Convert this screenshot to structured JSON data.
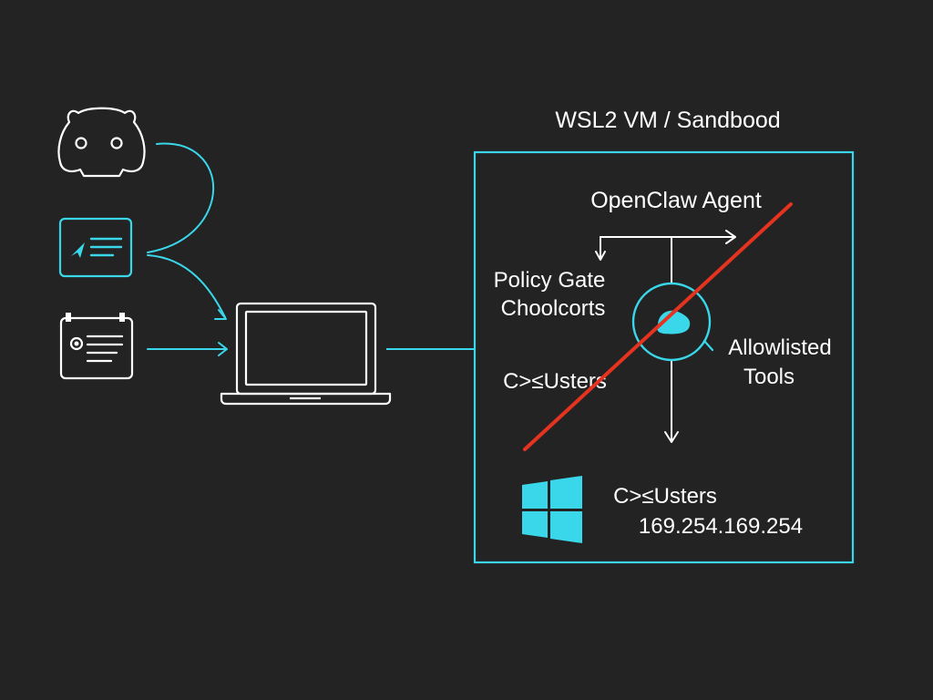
{
  "diagram": {
    "sandbox_title": "WSL2 VM / Sandbood",
    "agent_label": "OpenClaw Agent",
    "policy_gate_line1": "Policy Gate",
    "policy_gate_line2": "Choolcorts",
    "allowlisted_line1": "Allowlisted",
    "allowlisted_line2": "Tools",
    "blocked_path": "C>≤Usters",
    "host_path": "C>≤Usters",
    "host_ip": "169.254.169.254",
    "icons": {
      "chat_app": "discord-bot-icon",
      "messaging_app": "telegram-card-icon",
      "calendar_app": "calendar-card-icon",
      "client": "laptop-icon",
      "gate": "policy-gate-node-icon",
      "host_os": "windows-logo-icon"
    },
    "colors": {
      "accent": "#3ad7ea",
      "background": "#232323",
      "line_white": "#ffffff",
      "blocked_red": "#e53320"
    }
  }
}
